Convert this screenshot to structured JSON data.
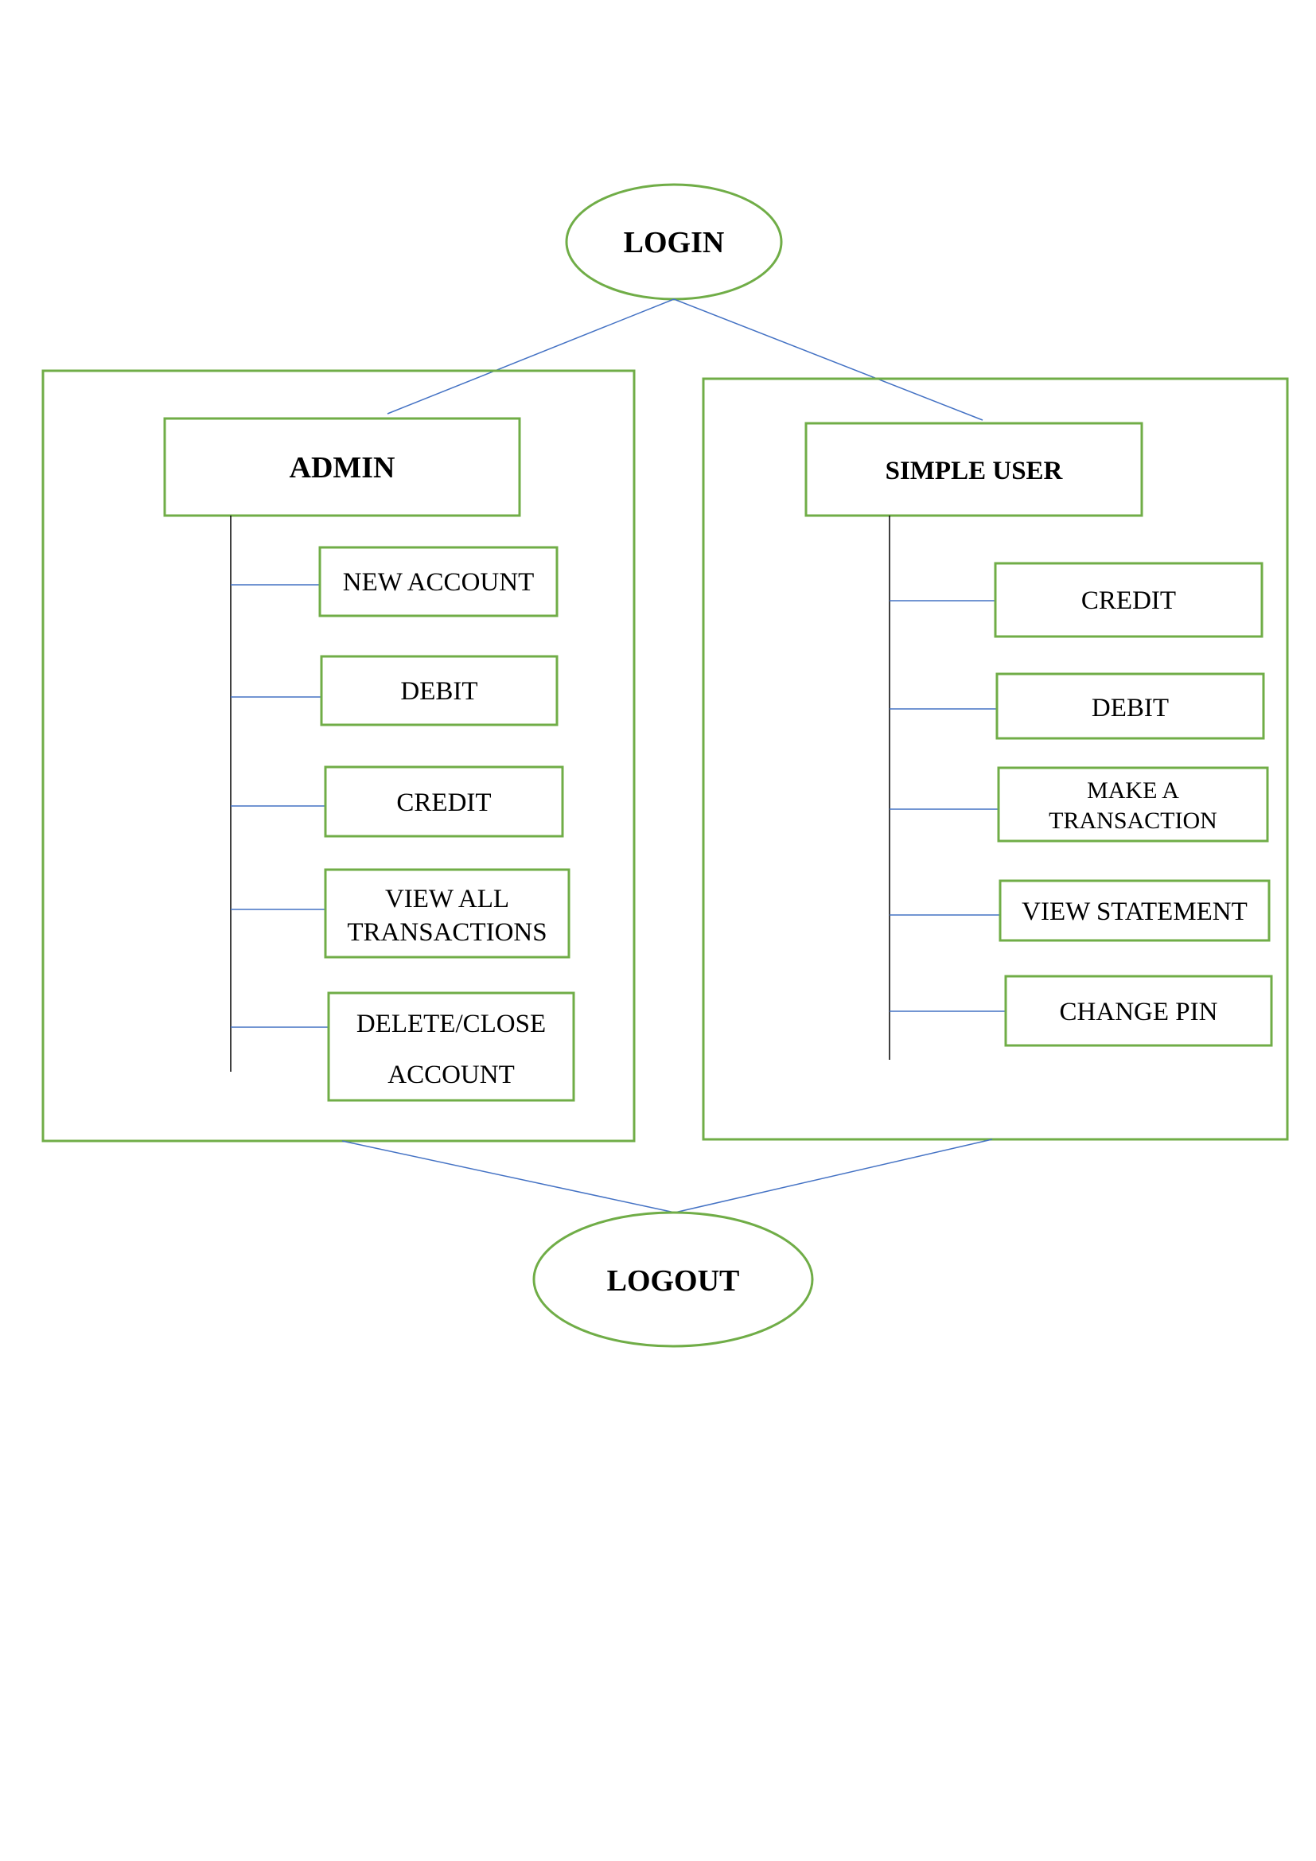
{
  "colors": {
    "box_stroke": "#70ad47",
    "connector": "#4472c4",
    "spine": "#000000",
    "text": "#000000",
    "background": "#ffffff"
  },
  "login": {
    "label": "LOGIN"
  },
  "logout": {
    "label": "LOGOUT"
  },
  "admin": {
    "label": "ADMIN",
    "items": [
      {
        "lines": [
          "NEW ACCOUNT"
        ]
      },
      {
        "lines": [
          "DEBIT"
        ]
      },
      {
        "lines": [
          "CREDIT"
        ]
      },
      {
        "lines": [
          "VIEW ALL",
          "TRANSACTIONS"
        ]
      },
      {
        "lines": [
          "DELETE/CLOSE",
          "ACCOUNT"
        ]
      }
    ]
  },
  "simple_user": {
    "label": "SIMPLE USER",
    "items": [
      {
        "lines": [
          "CREDIT"
        ]
      },
      {
        "lines": [
          "DEBIT"
        ]
      },
      {
        "lines": [
          "MAKE A",
          "TRANSACTION"
        ]
      },
      {
        "lines": [
          "VIEW STATEMENT"
        ]
      },
      {
        "lines": [
          "CHANGE PIN"
        ]
      }
    ]
  }
}
